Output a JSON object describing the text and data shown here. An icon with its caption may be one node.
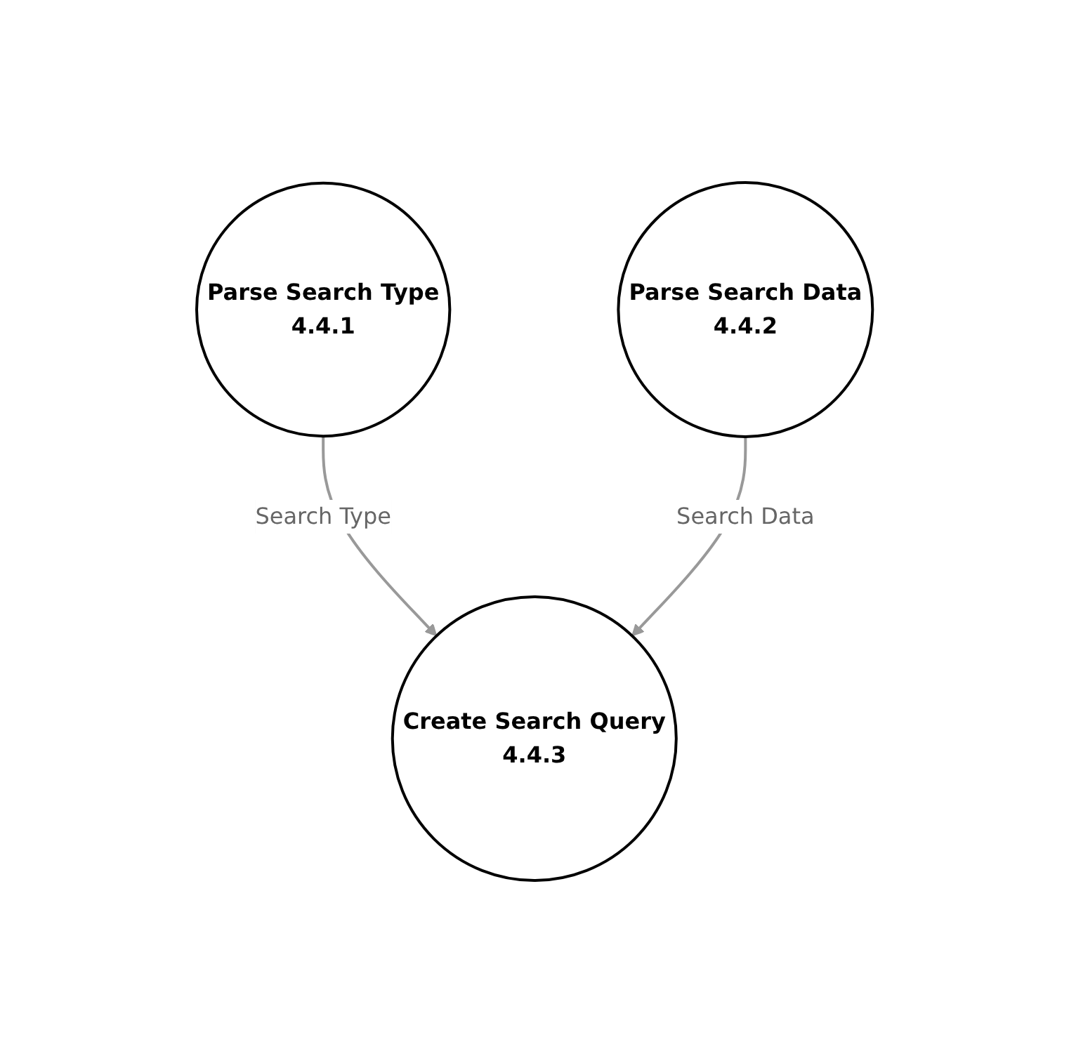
{
  "diagram": {
    "nodes": [
      {
        "text": [
          "Parse Search Type",
          "4.4.1"
        ]
      },
      {
        "text": [
          "Parse Search Data",
          "4.4.2"
        ]
      },
      {
        "text": [
          "Create Search Query",
          "4.4.3"
        ]
      }
    ],
    "edges": [
      {
        "from": 0,
        "to": 2,
        "arrow": "to",
        "label": "Search Type"
      },
      {
        "from": 1,
        "to": 2,
        "arrow": "to",
        "label": "Search Data"
      }
    ]
  }
}
